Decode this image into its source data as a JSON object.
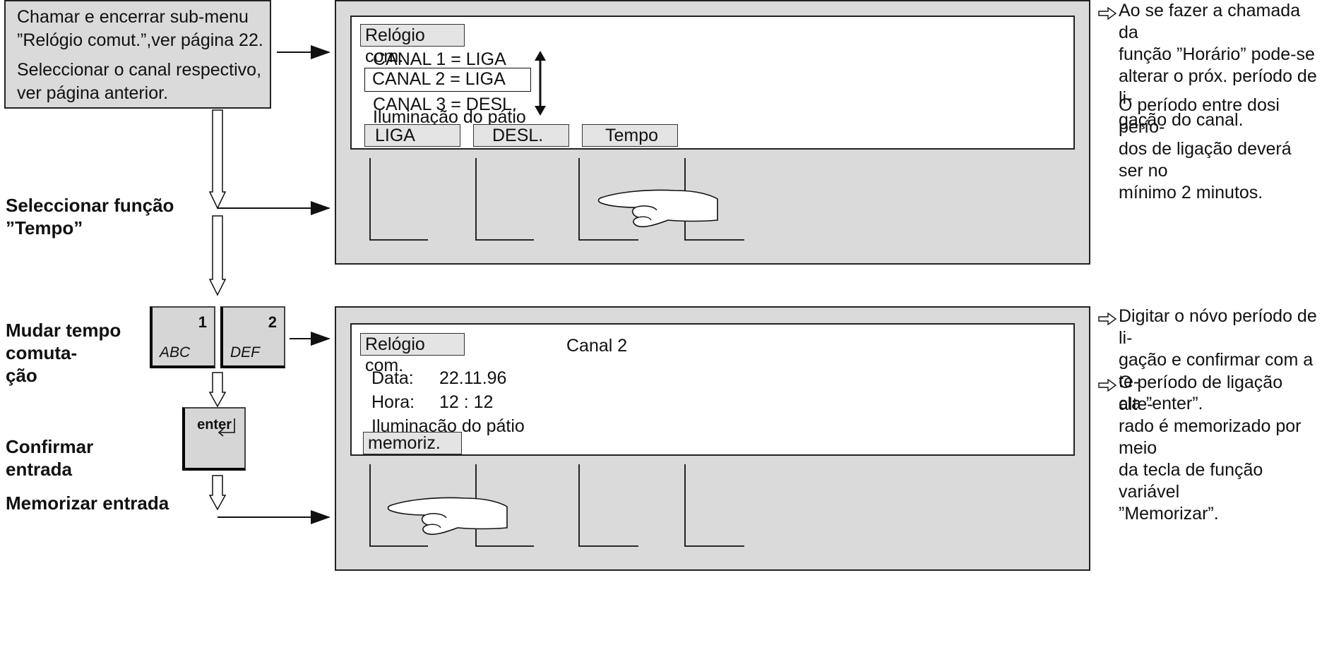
{
  "instruction_box": {
    "line1": "Chamar e encerrar sub-menu",
    "line2": "”Relógio comut.”,ver página 22.",
    "line3": "Seleccionar o canal respectivo,",
    "line4": "ver página anterior."
  },
  "steps": {
    "select_function": {
      "line1": "Seleccionar função",
      "line2": "”Tempo”"
    },
    "change_time": {
      "line1": "Mudar tempo",
      "line2": "comuta-",
      "line3": "ção"
    },
    "confirm": {
      "line1": "Confirmar",
      "line2": "entrada"
    },
    "memorize": {
      "line1": "Memorizar entrada"
    }
  },
  "keys": {
    "key1": {
      "num": "1",
      "letters": "ABC"
    },
    "key2": {
      "num": "2",
      "letters": "DEF"
    },
    "enter": {
      "label": "enter"
    }
  },
  "screen1": {
    "title": "Relógio com.",
    "channel1": "CANAL 1  =  LIGA",
    "channel2": "CANAL 2  =  LIGA",
    "channel3": "CANAL 3  =  DESL.",
    "description": "Iluminação do pátio",
    "softkey1": "LIGA",
    "softkey2": "DESL.",
    "softkey3": "Tempo"
  },
  "screen2": {
    "title": "Relógio com.",
    "channel": "Canal 2",
    "date_label": "Data:",
    "date_value": "22.11.96",
    "time_label": "Hora:",
    "time_value": "12 : 12",
    "description": "Iluminação do pátio",
    "softkey1": "memoriz."
  },
  "notes": {
    "note1": {
      "l1": "Ao se fazer a chamada da",
      "l2": "função  ”Horário”  pode-se",
      "l3": "alterar o próx. período de li-",
      "l4": "gação do canal."
    },
    "note2": {
      "l1": "O período entre dosi perío-",
      "l2": "dos de ligação deverá ser no",
      "l3": "mínimo 2 minutos."
    },
    "note3": {
      "l1": "Digitar o nóvo período de li-",
      "l2": "gação e confirmar com a te-",
      "l3": "cla ”enter”."
    },
    "note4": {
      "l1": "O período de ligação alte-",
      "l2": "rado é memorizado por meio",
      "l3": "da tecla de função variável",
      "l4": "”Memorizar”."
    }
  },
  "icons": {
    "arrow": "right-arrow-icon",
    "hand": "pointing-hand-icon",
    "bullet": "outline-arrow-icon"
  }
}
